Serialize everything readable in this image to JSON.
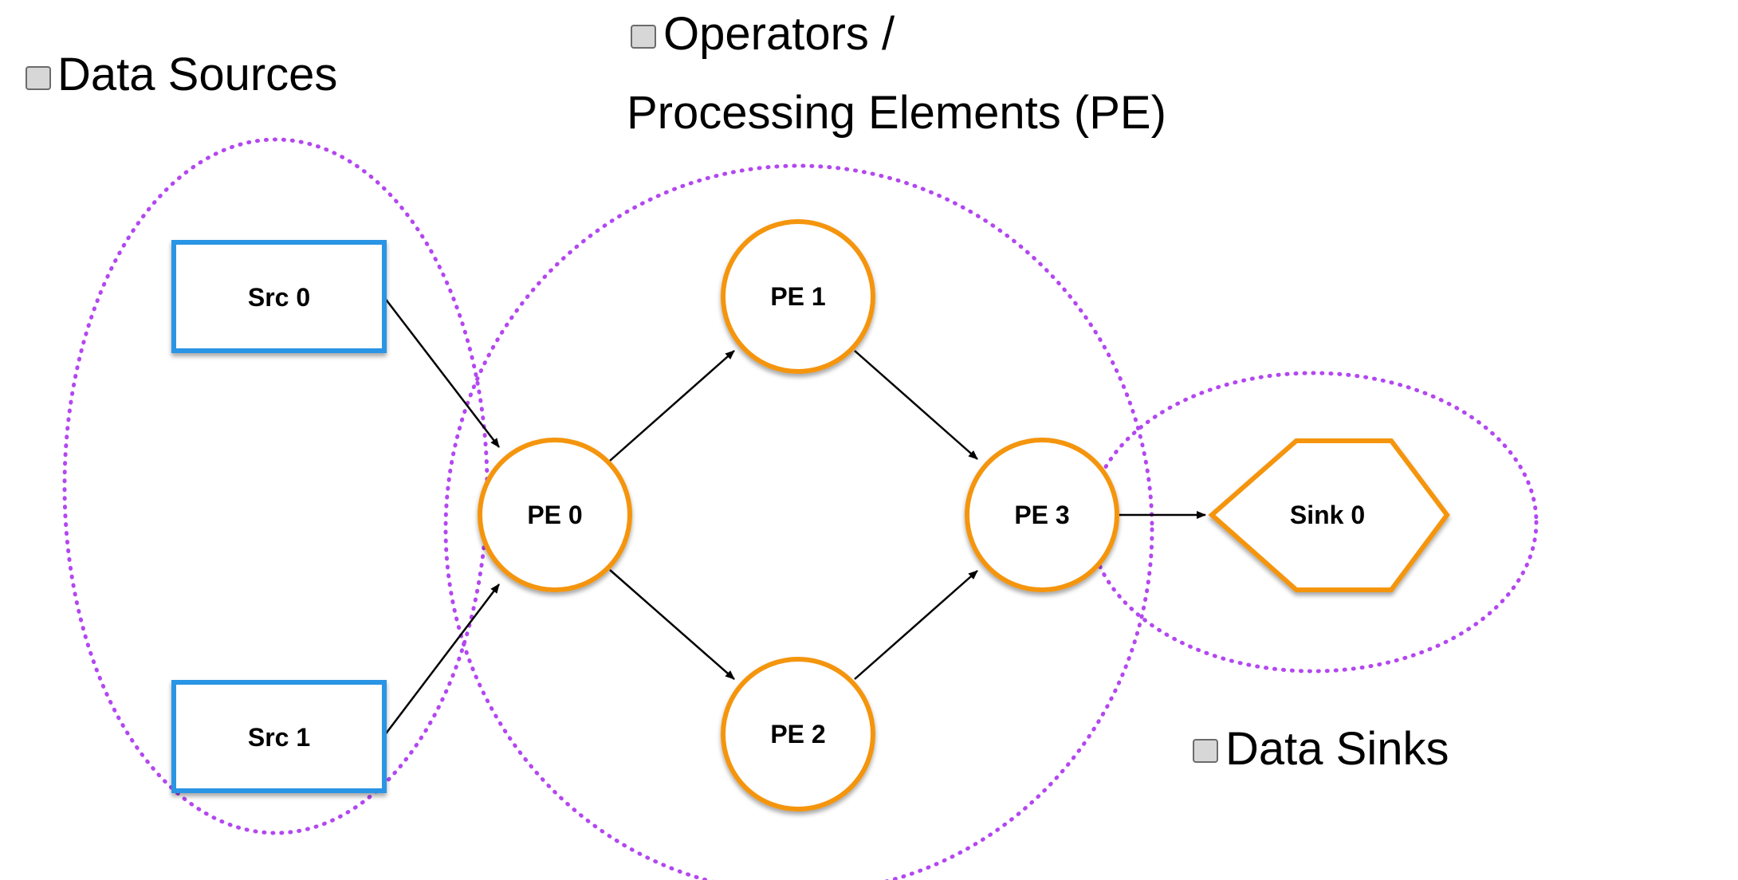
{
  "headings": {
    "data_sources": "Data Sources",
    "operators_line1": "Operators /",
    "operators_line2": "Processing Elements (PE)",
    "data_sinks": "Data Sinks"
  },
  "nodes": {
    "src0": "Src 0",
    "src1": "Src 1",
    "pe0": "PE 0",
    "pe1": "PE 1",
    "pe2": "PE 2",
    "pe3": "PE 3",
    "sink0": "Sink 0"
  },
  "edges": [
    {
      "from": "Src 0",
      "to": "PE 0"
    },
    {
      "from": "Src 1",
      "to": "PE 0"
    },
    {
      "from": "PE 0",
      "to": "PE 1"
    },
    {
      "from": "PE 0",
      "to": "PE 2"
    },
    {
      "from": "PE 1",
      "to": "PE 3"
    },
    {
      "from": "PE 2",
      "to": "PE 3"
    },
    {
      "from": "PE 3",
      "to": "Sink 0"
    }
  ],
  "colors": {
    "source_border": "#2b95e4",
    "operator_border": "#f4950f",
    "group_outline": "#b347f0",
    "edge": "#000000"
  }
}
